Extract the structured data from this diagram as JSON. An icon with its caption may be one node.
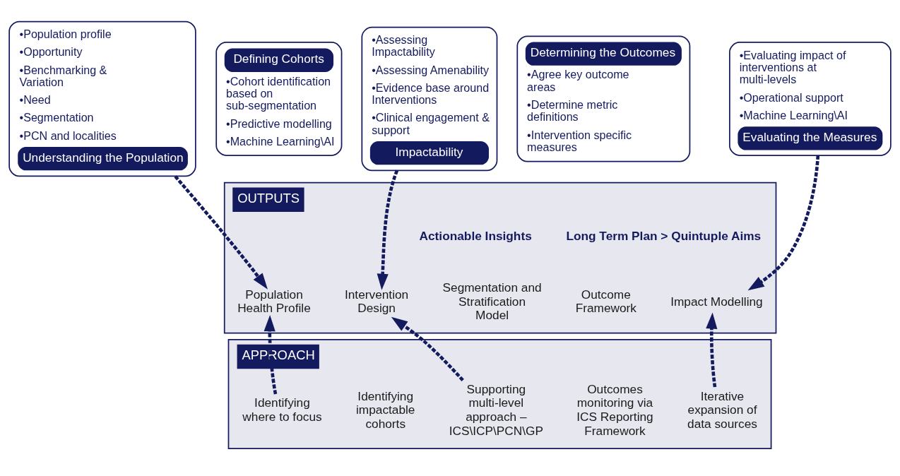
{
  "diagram": {
    "nodes": [
      {
        "text": [
          "•Population profile",
          "•Opportunity",
          "•Benchmarking & Variation",
          "•Need",
          "•Segmentation",
          "•PCN and localities",
          "Understanding the Population"
        ]
      },
      {
        "text": [
          "Defining Cohorts",
          "•Cohort identification based on sub-segmentation",
          "•Predictive modelling",
          "•Machine Learning\\AI"
        ]
      },
      {
        "text": [
          "•Assessing Impactability",
          "•Assessing Amenability",
          "•Evidence base around Interventions",
          "•Clinical engagement & support",
          "Impactability"
        ]
      },
      {
        "text": [
          "Determining the Outcomes",
          "•Agree key outcome areas",
          "•Determine metric definitions",
          "•Intervention specific measures"
        ]
      },
      {
        "text": [
          "•Evaluating impact of interventions at multi-levels",
          "•Operational support",
          "•Machine Learning\\AI",
          "Evaluating the Measures"
        ]
      },
      {
        "text": [
          "OUTPUTS"
        ]
      },
      {
        "text": [
          "Population Health Profile"
        ],
        "in": 5
      },
      {
        "text": [
          "Segmentation and Stratification Model"
        ],
        "in": 5
      },
      {
        "text": [
          "Intervention Design"
        ],
        "in": 5
      },
      {
        "text": [
          "Outcome Framework"
        ],
        "in": 5
      },
      {
        "text": [
          "Impact Modelling"
        ],
        "in": 5
      },
      {
        "text": [
          "APPROACH"
        ]
      },
      {
        "text": [
          "Identifying where to focus"
        ],
        "in": 11
      },
      {
        "text": [
          "Identifying impactable cohorts"
        ],
        "in": 11
      },
      {
        "text": [
          "Supporting multi-level approach – ICS\\ICP\\PCN\\GP"
        ],
        "in": 11
      },
      {
        "text": [
          "Outcomes monitoring via ICS Reporting Framework"
        ],
        "in": 11
      },
      {
        "text": [
          "Iterative expansion of data sources"
        ],
        "in": 11
      }
    ],
    "edges": [
      {
        "from": 0,
        "to": 6,
        "arrow": "to",
        "style": "dashed"
      },
      {
        "from": 2,
        "to": 8,
        "arrow": "to",
        "style": "dashed"
      },
      {
        "from": 4,
        "to": 10,
        "arrow": "to",
        "style": "dashed"
      },
      {
        "from": 12,
        "to": 6,
        "arrow": "to",
        "style": "dashed"
      },
      {
        "from": 14,
        "to": 8,
        "arrow": "to",
        "style": "dashed"
      },
      {
        "from": 16,
        "to": 10,
        "arrow": "to",
        "style": "dashed"
      }
    ],
    "labels": [
      "Actionable Insights",
      "Long Term Plan > Quintuple Aims"
    ]
  }
}
